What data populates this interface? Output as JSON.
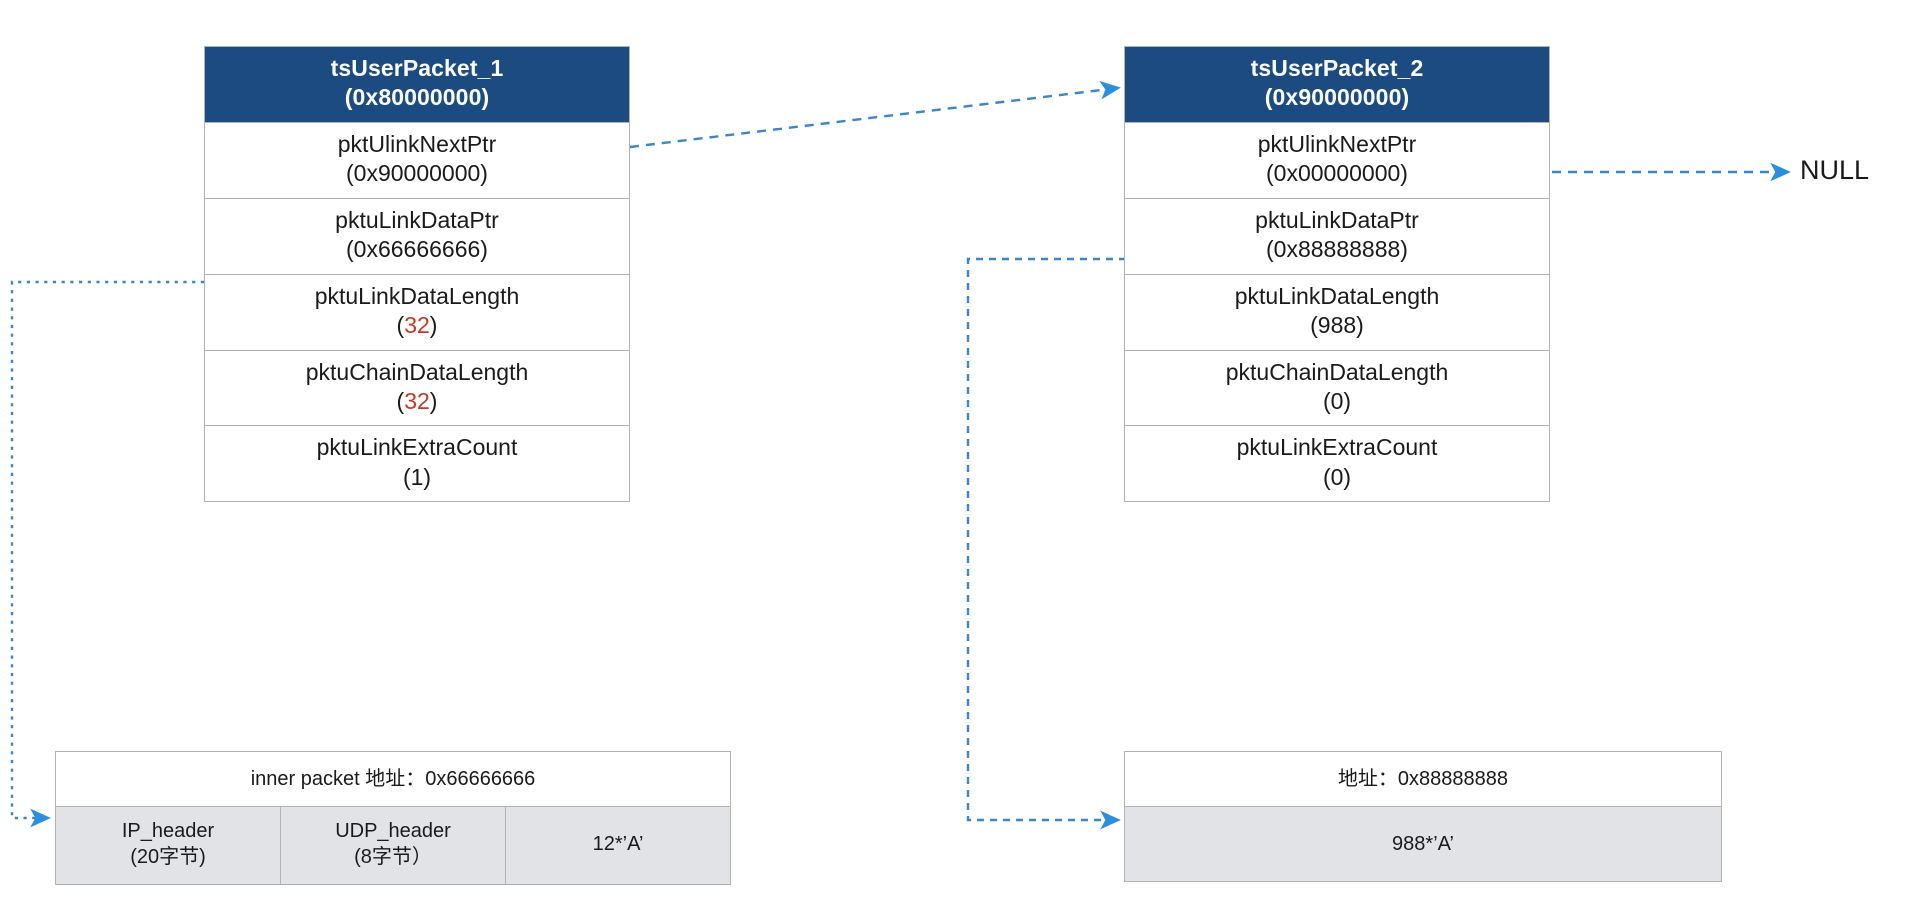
{
  "diagram": {
    "title_hidden": "",
    "accent_header_color": "#1b4b80",
    "wire_color": "#3d85c6",
    "arrow_color": "#2b8fe0",
    "value_highlight_color": "#c0392b",
    "buffer_fill_color": "#e2e3e7",
    "border_color": "#b3b3b3"
  },
  "structs": [
    {
      "id": "tsUserPacket_1",
      "header": {
        "name": "tsUserPacket_1",
        "address": "(0x80000000)"
      },
      "fields": [
        {
          "name": "pktUlinkNextPtr",
          "value": "(0x90000000)",
          "highlight": false
        },
        {
          "name": "pktuLinkDataPtr",
          "value": "(0x66666666)",
          "highlight": false
        },
        {
          "name": "pktuLinkDataLength",
          "value": "32",
          "highlight": true
        },
        {
          "name": "pktuChainDataLength",
          "value": "32",
          "highlight": true
        },
        {
          "name": "pktuLinkExtraCount",
          "value": "(1)",
          "highlight": false
        }
      ]
    },
    {
      "id": "tsUserPacket_2",
      "header": {
        "name": "tsUserPacket_2",
        "address": "(0x90000000)"
      },
      "fields": [
        {
          "name": "pktUlinkNextPtr",
          "value": "(0x00000000)",
          "highlight": false
        },
        {
          "name": "pktuLinkDataPtr",
          "value": "(0x88888888)",
          "highlight": false
        },
        {
          "name": "pktuLinkDataLength",
          "value": "(988)",
          "highlight": false
        },
        {
          "name": "pktuChainDataLength",
          "value": "(0)",
          "highlight": false
        },
        {
          "name": "pktuLinkExtraCount",
          "value": "(0)",
          "highlight": false
        }
      ]
    }
  ],
  "buffers": [
    {
      "id": "inner-packet-buffer",
      "address_label": "inner packet 地址：0x66666666",
      "cells": [
        {
          "line1": "IP_header",
          "line2": "(20字节)"
        },
        {
          "line1": "UDP_header",
          "line2": "(8字节）"
        },
        {
          "line1": "12*’A’",
          "line2": ""
        }
      ]
    },
    {
      "id": "second-data-buffer",
      "address_label": "地址：0x88888888",
      "cells": [
        {
          "line1": "988*’A’",
          "line2": ""
        }
      ]
    }
  ],
  "labels": {
    "null_terminator": "NULL"
  }
}
